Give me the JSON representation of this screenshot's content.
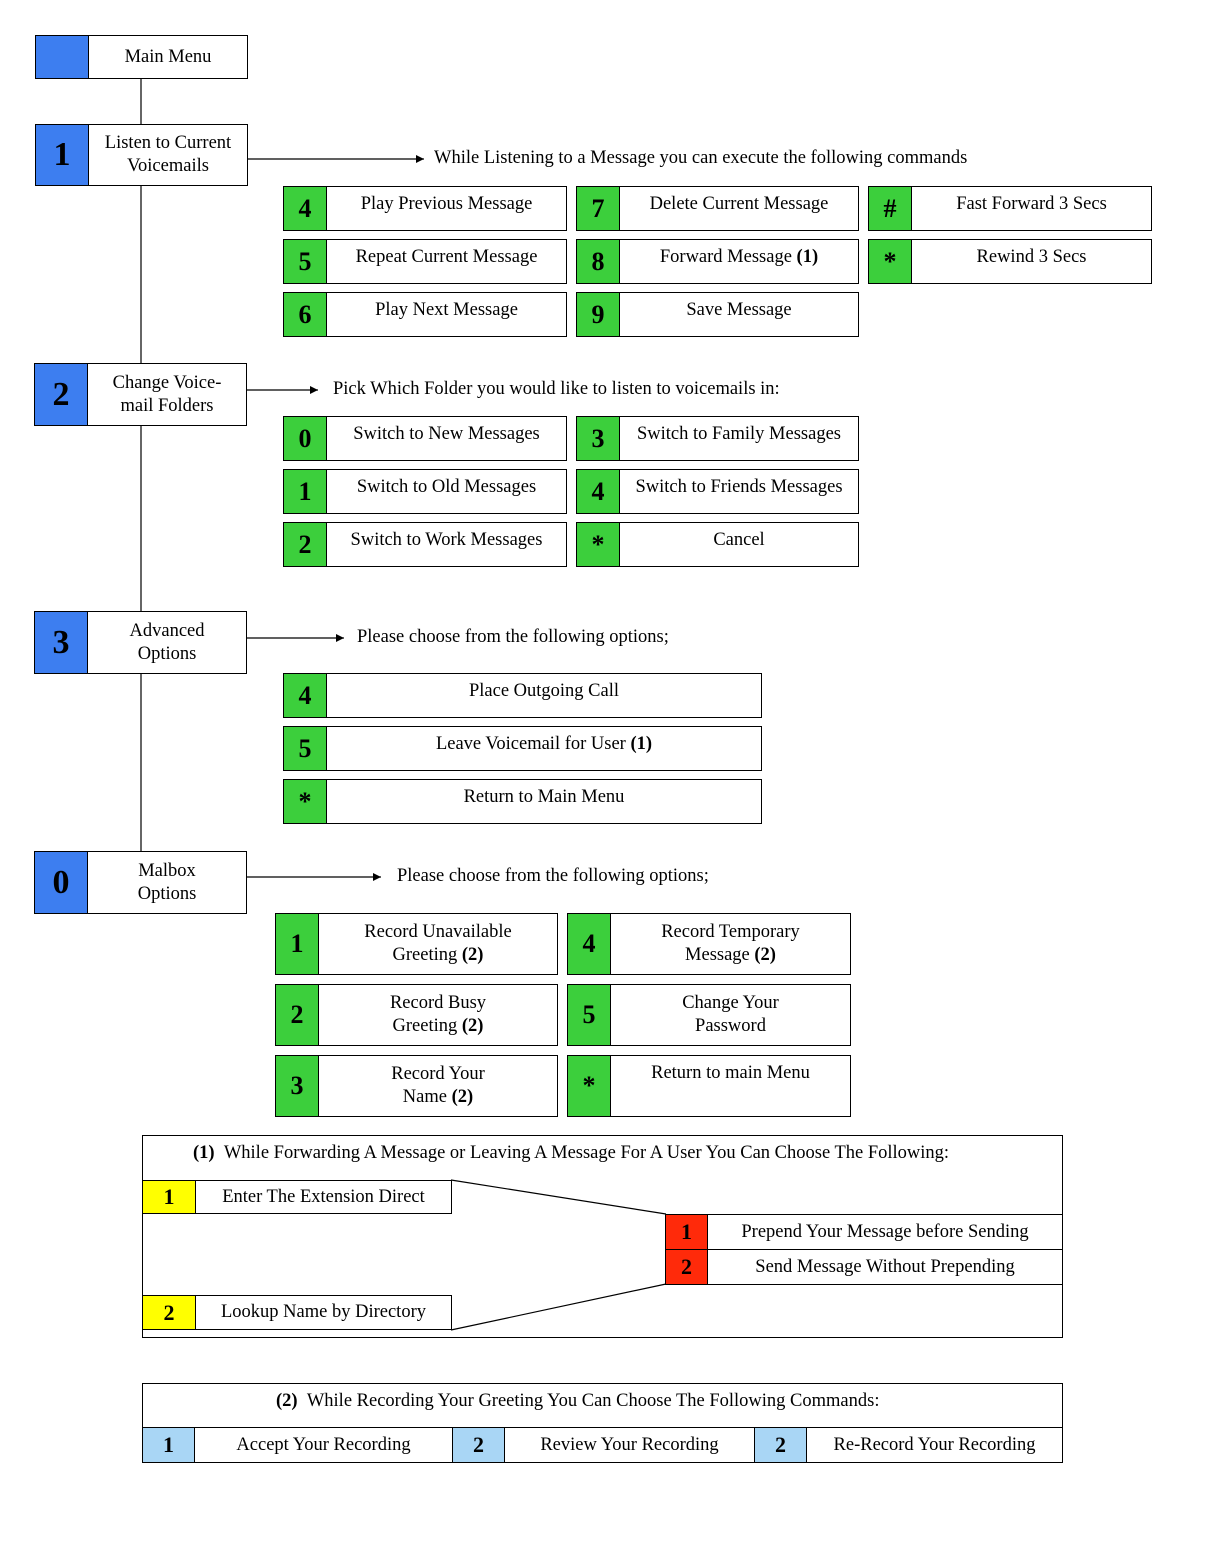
{
  "main_menu": {
    "label": "Main Menu"
  },
  "sections": [
    {
      "key": "1",
      "label": "Listen to Current\nVoicemails",
      "prompt": "While Listening to a Message you can execute the following commands",
      "commands": [
        {
          "key": "4",
          "label": "Play Previous Message"
        },
        {
          "key": "7",
          "label": "Delete Current Message"
        },
        {
          "key": "#",
          "label": "Fast Forward 3 Secs"
        },
        {
          "key": "5",
          "label": "Repeat Current Message"
        },
        {
          "key": "8",
          "label": "Forward Message",
          "ref": "(1)"
        },
        {
          "key": "*",
          "label": "Rewind 3 Secs"
        },
        {
          "key": "6",
          "label": "Play Next Message"
        },
        {
          "key": "9",
          "label": "Save Message"
        }
      ]
    },
    {
      "key": "2",
      "label": "Change Voice-\nmail Folders",
      "prompt": "Pick Which Folder you would like to listen to voicemails in:",
      "commands": [
        {
          "key": "0",
          "label": "Switch to New Messages"
        },
        {
          "key": "3",
          "label": "Switch to Family Messages"
        },
        {
          "key": "1",
          "label": "Switch to Old Messages"
        },
        {
          "key": "4",
          "label": "Switch to Friends Messages"
        },
        {
          "key": "2",
          "label": "Switch to Work Messages"
        },
        {
          "key": "*",
          "label": "Cancel"
        }
      ]
    },
    {
      "key": "3",
      "label": "Advanced\nOptions",
      "prompt": "Please choose from the following options;",
      "commands": [
        {
          "key": "4",
          "label": "Place Outgoing Call"
        },
        {
          "key": "5",
          "label": "Leave Voicemail for User",
          "ref": "(1)"
        },
        {
          "key": "*",
          "label": "Return to Main Menu"
        }
      ]
    },
    {
      "key": "0",
      "label": "Malbox\nOptions",
      "prompt": "Please choose from the following options;",
      "commands": [
        {
          "key": "1",
          "label": "Record Unavailable",
          "label2": "Greeting",
          "ref": "(2)"
        },
        {
          "key": "4",
          "label": "Record Temporary",
          "label2": "Message",
          "ref": "(2)"
        },
        {
          "key": "2",
          "label": "Record Busy",
          "label2": "Greeting",
          "ref": "(2)"
        },
        {
          "key": "5",
          "label": "Change Your",
          "label2": "Password"
        },
        {
          "key": "3",
          "label": "Record Your",
          "label2": "Name",
          "ref": "(2)"
        },
        {
          "key": "*",
          "label": "Return to main Menu"
        }
      ]
    }
  ],
  "note1": {
    "ref": "(1)",
    "title": "While Forwarding A Message or Leaving A Message For A User You Can Choose The Following:",
    "left": [
      {
        "key": "1",
        "label": "Enter The Extension Direct"
      },
      {
        "key": "2",
        "label": "Lookup Name by Directory"
      }
    ],
    "right": [
      {
        "key": "1",
        "label": "Prepend Your Message before Sending"
      },
      {
        "key": "2",
        "label": "Send Message Without Prepending"
      }
    ]
  },
  "note2": {
    "ref": "(2)",
    "title": "While Recording Your Greeting You Can Choose The Following Commands:",
    "items": [
      {
        "key": "1",
        "label": "Accept Your Recording"
      },
      {
        "key": "2",
        "label": "Review Your Recording"
      },
      {
        "key": "2",
        "label": "Re-Record Your Recording"
      }
    ]
  },
  "colors": {
    "menu_key": "#3d7ef0",
    "command_key": "#3ccf3c",
    "note1_left_key": "#ffff00",
    "note1_right_key": "#ff2a0a",
    "note2_key": "#a9d6f5"
  }
}
